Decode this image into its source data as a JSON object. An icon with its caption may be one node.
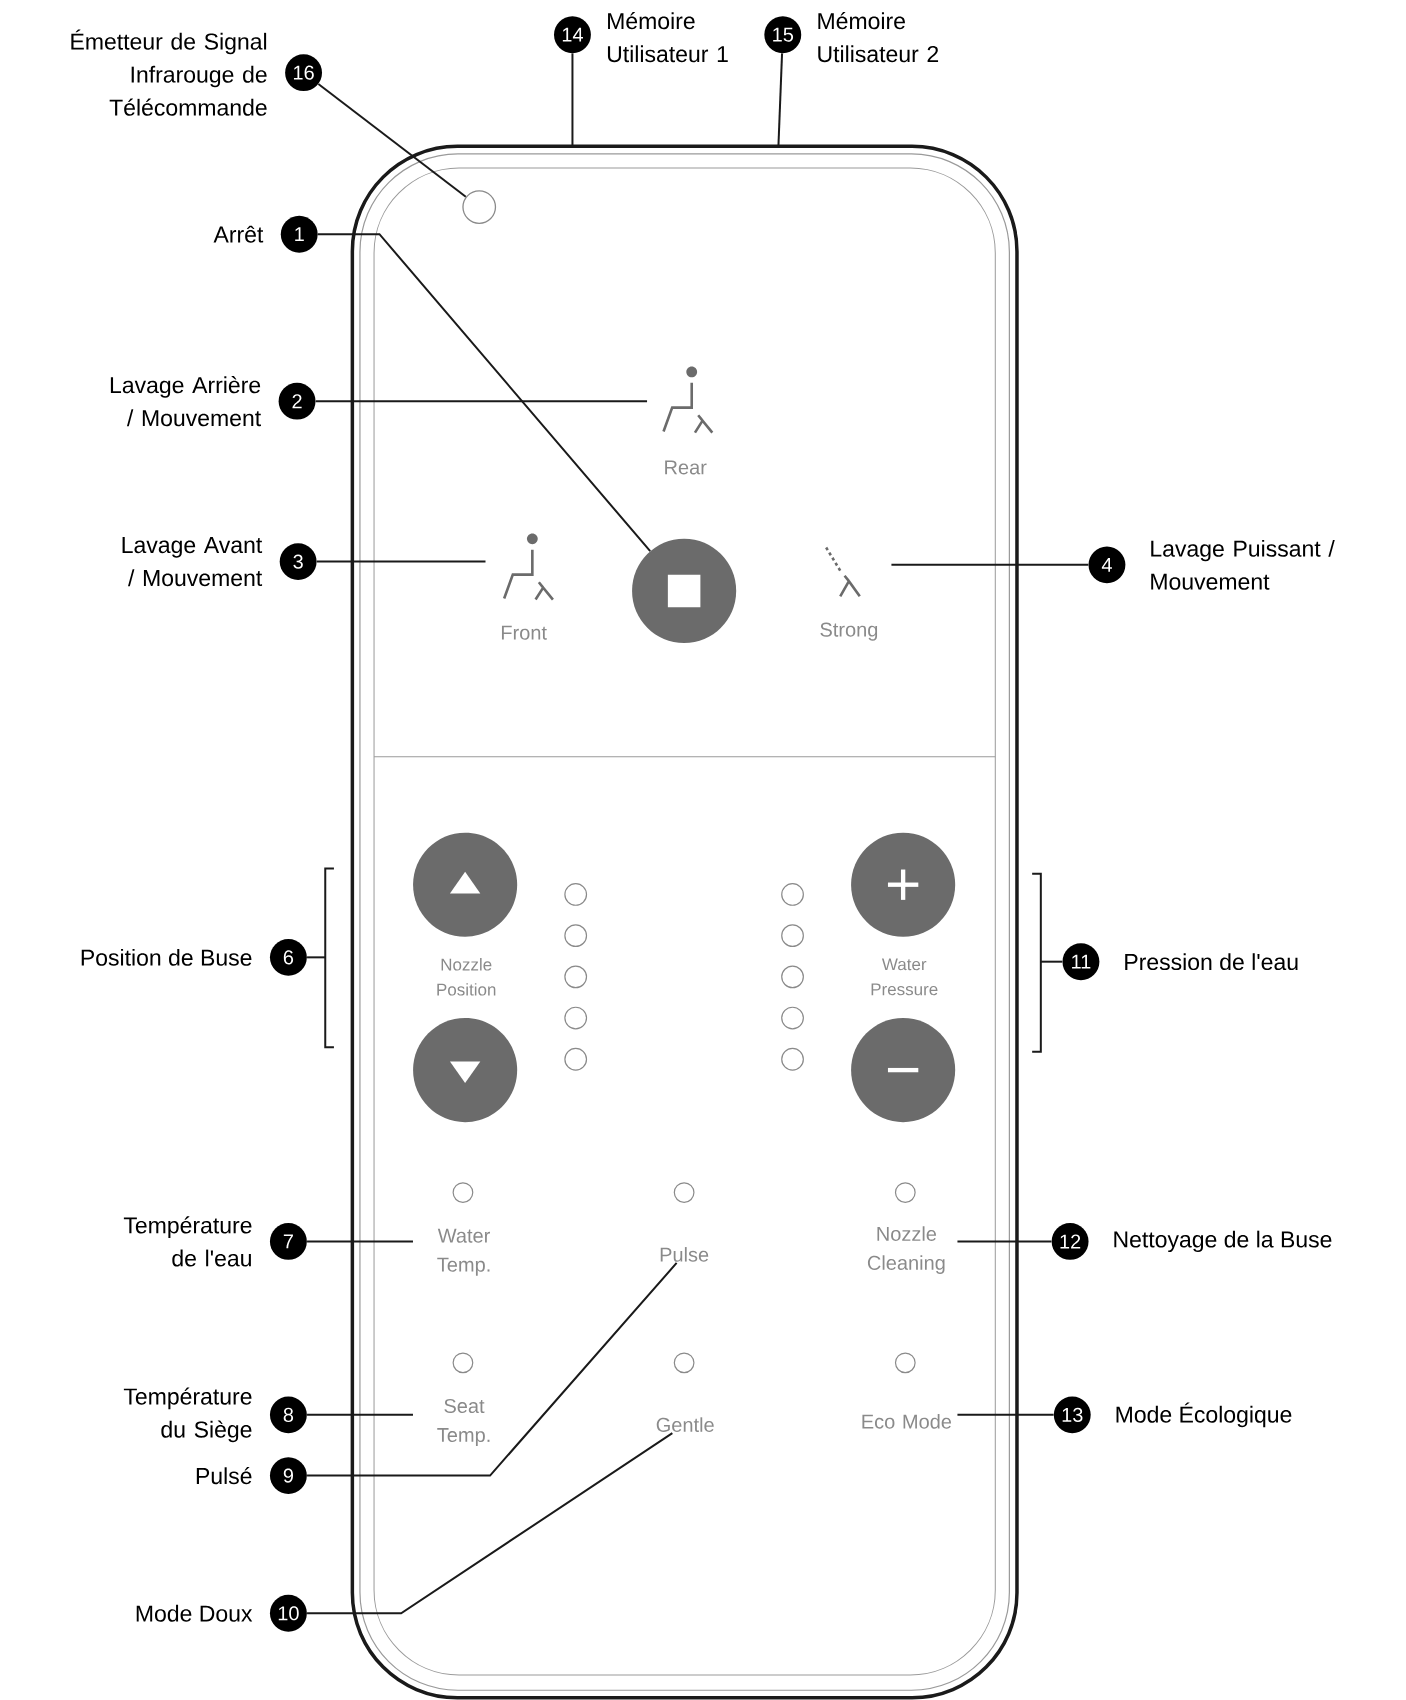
{
  "diagram": {
    "nodes": [
      {
        "text": [],
        "shape": "circle"
      },
      {
        "text": [
          "Rear"
        ]
      },
      {
        "text": [
          "Front"
        ]
      },
      {
        "text": [],
        "shape": "circle"
      },
      {
        "text": [
          "Strong"
        ]
      },
      {
        "text": [
          "Water Temp."
        ]
      },
      {
        "text": [
          "Pulse"
        ]
      },
      {
        "text": [
          "Nozzle Cleaning"
        ]
      },
      {
        "text": [
          "Seat Temp."
        ]
      },
      {
        "text": [
          "Gentle"
        ]
      },
      {
        "text": [
          "Eco Mode"
        ]
      },
      {
        "text": [
          "1"
        ],
        "beside": [
          "Arrêt"
        ]
      },
      {
        "text": [
          "2"
        ],
        "beside": [
          "Lavage Arrière / Mouvement"
        ]
      },
      {
        "text": [
          "3"
        ],
        "beside": [
          "Lavage Avant / Mouvement"
        ]
      },
      {
        "text": [
          "4"
        ],
        "beside": [
          "Lavage Puissant / Mouvement"
        ]
      },
      {
        "text": [
          "6"
        ],
        "beside": [
          "Position de Buse"
        ]
      },
      {
        "text": [
          "7"
        ],
        "beside": [
          "Température de l'eau"
        ]
      },
      {
        "text": [
          "8"
        ],
        "beside": [
          "Température du Siège"
        ]
      },
      {
        "text": [
          "9"
        ],
        "beside": [
          "Pulsé"
        ]
      },
      {
        "text": [
          "10"
        ],
        "beside": [
          "Mode Doux"
        ]
      },
      {
        "text": [
          "11"
        ],
        "beside": [
          "Pression de l'eau"
        ]
      },
      {
        "text": [
          "12"
        ],
        "beside": [
          "Nettoyage de la Buse"
        ]
      },
      {
        "text": [
          "13"
        ],
        "beside": [
          "Mode Écologique"
        ]
      },
      {
        "text": [
          "14"
        ],
        "beside": [
          "Mémoire Utilisateur 1"
        ]
      },
      {
        "text": [
          "15"
        ],
        "beside": [
          "Mémoire Utilisateur 2"
        ]
      },
      {
        "text": [
          "16"
        ],
        "beside": [
          "Émetteur de Signal Infrarouge de Télécommande"
        ]
      },
      {
        "text": [],
        "shape": "circle"
      },
      {
        "text": [],
        "shape": "circle"
      },
      {
        "text": [],
        "shape": "circle"
      },
      {
        "text": [],
        "shape": "circle"
      }
    ],
    "edges": [
      {
        "from": 11,
        "to": 3,
        "arrow": "none"
      },
      {
        "from": 12,
        "to": 1,
        "arrow": "none"
      },
      {
        "from": 13,
        "to": 2,
        "arrow": "none"
      },
      {
        "from": 14,
        "to": 4,
        "arrow": "none"
      },
      {
        "from": 15,
        "to": null,
        "arrow": "none"
      },
      {
        "from": 16,
        "to": 5,
        "arrow": "none"
      },
      {
        "from": 17,
        "to": 8,
        "arrow": "none"
      },
      {
        "from": 18,
        "to": 6,
        "arrow": "none"
      },
      {
        "from": 19,
        "to": 9,
        "arrow": "none"
      },
      {
        "from": 20,
        "to": null,
        "arrow": "none"
      },
      {
        "from": 21,
        "to": 7,
        "arrow": "none"
      },
      {
        "from": 22,
        "to": 10,
        "arrow": "none"
      },
      {
        "from": 23,
        "to": null,
        "arrow": "none"
      },
      {
        "from": 24,
        "to": null,
        "arrow": "none"
      },
      {
        "from": 25,
        "to": 0,
        "arrow": "none"
      }
    ],
    "labels": [
      "Nozzle Position",
      "Water Pressure"
    ]
  }
}
